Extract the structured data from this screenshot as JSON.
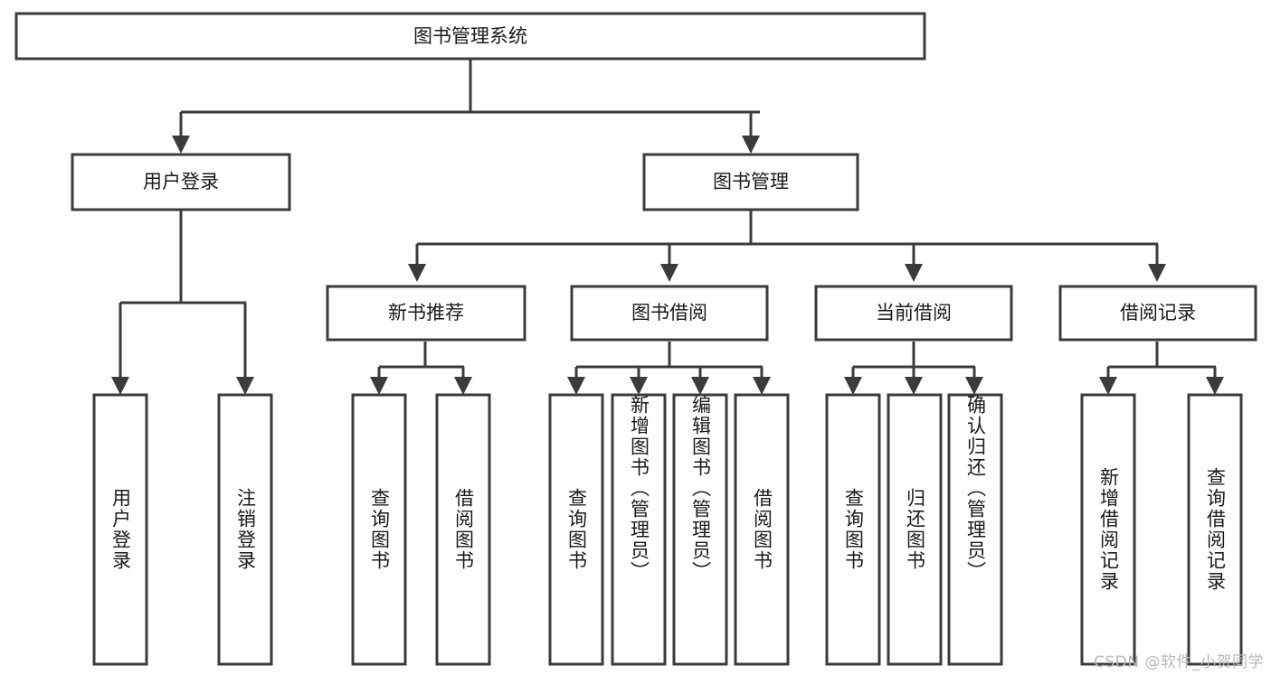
{
  "diagram": {
    "title": "图书管理系统",
    "type": "hierarchy-tree",
    "watermark": "CSDN @软件_小贺同学",
    "colors": {
      "box_stroke": "#3b3b3b",
      "box_fill": "#ffffff",
      "text": "#1a1a1a",
      "connector": "#3b3b3b",
      "watermark": "#b8b8b8",
      "background": "#ffffff"
    },
    "levels": {
      "root": {
        "label": "图书管理系统"
      },
      "level2": [
        {
          "id": "user-login",
          "label": "用户登录"
        },
        {
          "id": "book-management",
          "label": "图书管理"
        }
      ],
      "level3": [
        {
          "id": "new-book-recommend",
          "label": "新书推荐",
          "parent": "book-management"
        },
        {
          "id": "book-borrow",
          "label": "图书借阅",
          "parent": "book-management"
        },
        {
          "id": "current-borrow",
          "label": "当前借阅",
          "parent": "book-management"
        },
        {
          "id": "borrow-record",
          "label": "借阅记录",
          "parent": "book-management"
        }
      ],
      "leaves": [
        {
          "id": "leaf-user-login",
          "label": "用户登录",
          "parent": "user-login"
        },
        {
          "id": "leaf-logout-login",
          "label": "注销登录",
          "parent": "user-login"
        },
        {
          "id": "leaf-query-book-1",
          "label": "查询图书",
          "parent": "new-book-recommend"
        },
        {
          "id": "leaf-borrow-book-1",
          "label": "借阅图书",
          "parent": "new-book-recommend"
        },
        {
          "id": "leaf-query-book-2",
          "label": "查询图书",
          "parent": "book-borrow"
        },
        {
          "id": "leaf-add-book",
          "label": "新增图书（管理员）",
          "parent": "book-borrow"
        },
        {
          "id": "leaf-edit-book",
          "label": "编辑图书（管理员）",
          "parent": "book-borrow"
        },
        {
          "id": "leaf-borrow-book-2",
          "label": "借阅图书",
          "parent": "book-borrow"
        },
        {
          "id": "leaf-query-book-3",
          "label": "查询图书",
          "parent": "current-borrow"
        },
        {
          "id": "leaf-return-book",
          "label": "归还图书",
          "parent": "current-borrow"
        },
        {
          "id": "leaf-confirm-return",
          "label": "确认归还（管理员）",
          "parent": "current-borrow"
        },
        {
          "id": "leaf-add-record",
          "label": "新增借阅记录",
          "parent": "borrow-record"
        },
        {
          "id": "leaf-query-record",
          "label": "查询借阅记录",
          "parent": "borrow-record"
        }
      ]
    }
  }
}
